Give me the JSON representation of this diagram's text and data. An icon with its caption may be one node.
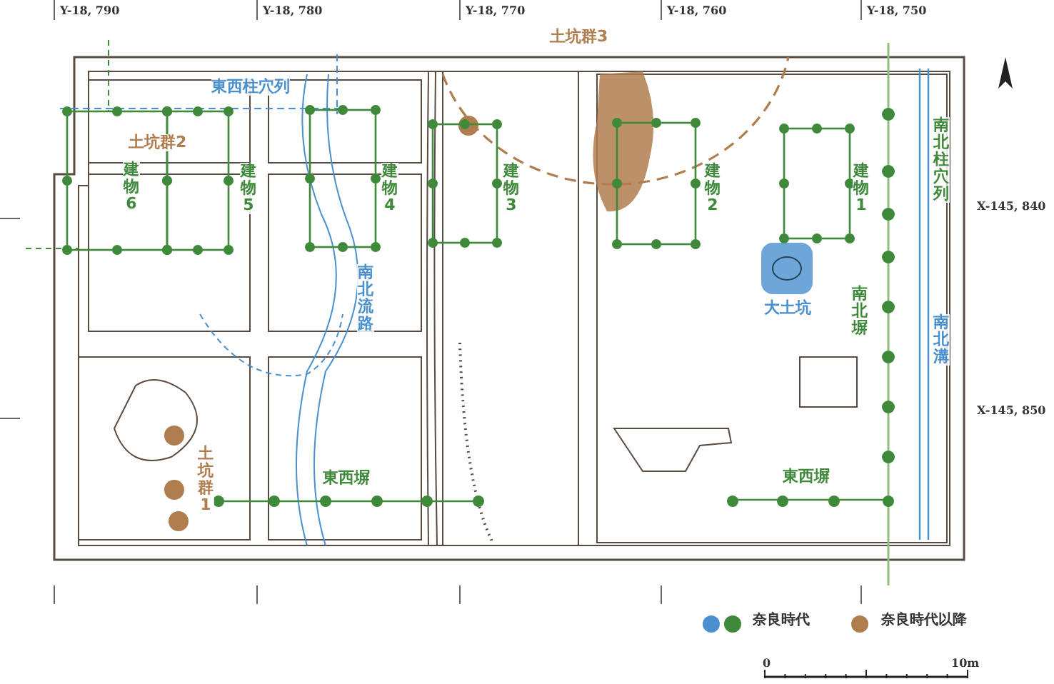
{
  "diagram": {
    "labels": [
      "Y-18, 790",
      "Y-18, 780",
      "Y-18, 770",
      "Y-18, 760",
      "Y-18, 750",
      "土坑群3",
      "東西柱穴列",
      "土坑群2",
      "建物6",
      "建物5",
      "建物4",
      "建物3",
      "建物2",
      "建物1",
      "南北柱穴列",
      "X-145, 840",
      "南北流路",
      "大土坑",
      "南北塀",
      "南北溝",
      "X-145, 850",
      "土坑群1",
      "東西塀",
      "東西塀",
      "0",
      "10m"
    ],
    "legend": [
      {
        "text": "奈良時代",
        "color": "#3f8a3a"
      },
      {
        "text": "奈良時代以降",
        "color": "#b07d4f"
      }
    ]
  }
}
